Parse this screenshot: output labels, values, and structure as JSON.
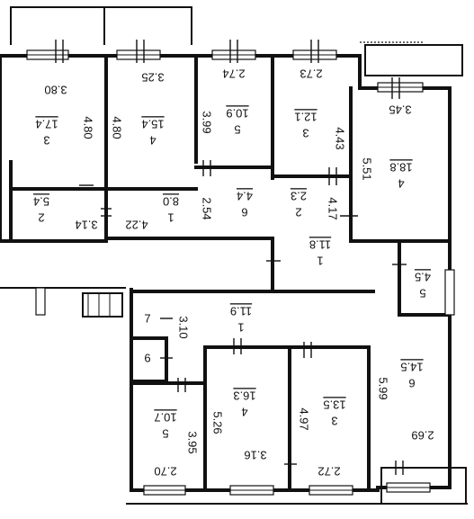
{
  "floor_plan": {
    "rooms": [
      {
        "id": "r3a",
        "number": "3",
        "area": "17.4",
        "dim": "3.80"
      },
      {
        "id": "r4a",
        "number": "4",
        "area": "15.4",
        "dim": "3.25"
      },
      {
        "id": "r5a",
        "number": "5",
        "area": "10.9",
        "dim": "2.74"
      },
      {
        "id": "r3b",
        "number": "3",
        "area": "12.1",
        "dim": "2.73"
      },
      {
        "id": "r4b",
        "number": "4",
        "area": "18.8",
        "dim": "3.45"
      },
      {
        "id": "r2a",
        "number": "2",
        "area": "5.4",
        "dim": "3.14"
      },
      {
        "id": "r1a",
        "number": "1",
        "area": "8.0",
        "dim": "4.22"
      },
      {
        "id": "r6a",
        "number": "6",
        "area": "4.4"
      },
      {
        "id": "r2b",
        "number": "2",
        "area": "2.3"
      },
      {
        "id": "r1b",
        "number": "1",
        "area": "11.8"
      },
      {
        "id": "r5b",
        "number": "5",
        "area": "4.5"
      },
      {
        "id": "r1c",
        "number": "1",
        "area": "11.9"
      },
      {
        "id": "r7",
        "number": "7"
      },
      {
        "id": "r6b",
        "number": "6"
      },
      {
        "id": "r6c",
        "number": "6",
        "area": "14.5"
      },
      {
        "id": "r4c",
        "number": "4",
        "area": "16.3"
      },
      {
        "id": "r3c",
        "number": "3",
        "area": "13.5"
      },
      {
        "id": "r5c",
        "number": "5",
        "area": "10.7"
      }
    ],
    "dimensions": [
      "4.80",
      "4.80",
      "3.99",
      "4.43",
      "5.51",
      "2.54",
      "4.17",
      "3.10",
      "5.26",
      "4.97",
      "5.99",
      "3.95",
      "2.70",
      "3.16",
      "2.72",
      "2.69"
    ]
  }
}
